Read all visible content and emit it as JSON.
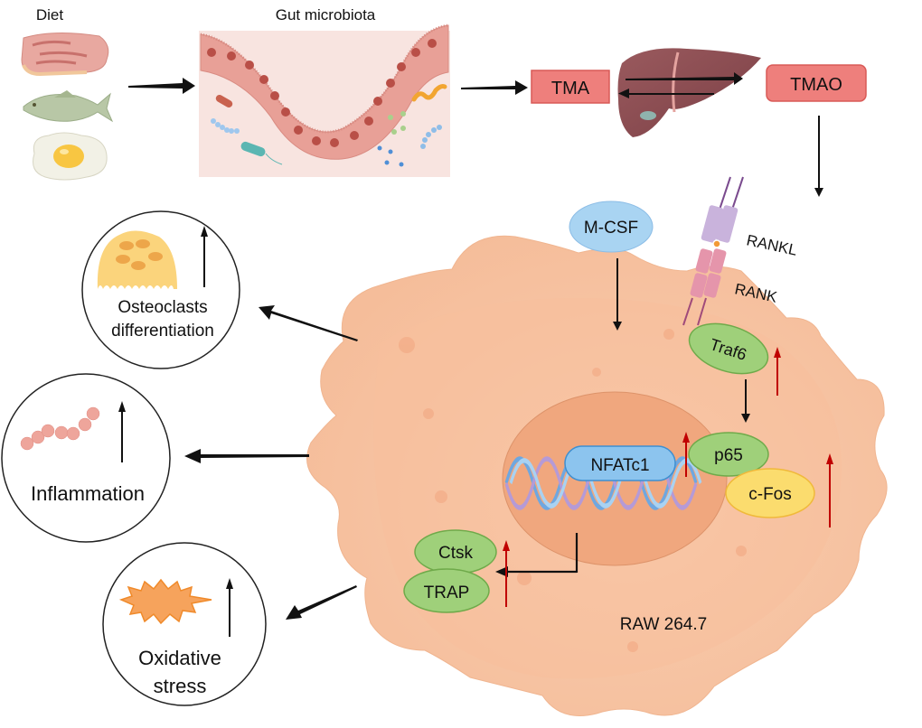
{
  "title_diet": "Diet",
  "title_gut": "Gut microbiota",
  "tma": "TMA",
  "tmao": "TMAO",
  "mcsf": "M-CSF",
  "rankl": "RANKL",
  "rank": "RANK",
  "traf6": "Traf6",
  "nfatc1": "NFATc1",
  "p65": "p65",
  "cfos": "c-Fos",
  "ctsk": "Ctsk",
  "trap": "TRAP",
  "cell_name": "RAW 264.7",
  "outcomes": {
    "osteo_line1": "Osteoclasts",
    "osteo_line2": "differentiation",
    "inflammation": "Inflammation",
    "oxid_line1": "Oxidative",
    "oxid_line2": "stress"
  },
  "diet_items": [
    "meat",
    "fish",
    "egg"
  ],
  "colors": {
    "cell": "#f7c4a3",
    "nucleus": "#f0a77e",
    "box_red": "#ee7f7c",
    "green": "#9fd07a",
    "blue": "#a9d4f2",
    "yellow": "#fbdc6e",
    "up_arrow": "#c00000"
  }
}
